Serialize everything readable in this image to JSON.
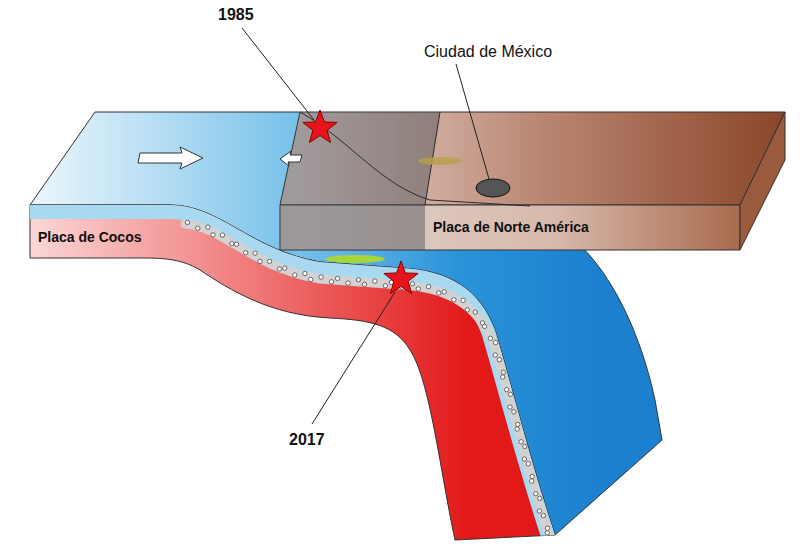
{
  "diagram": {
    "labels": [
      "1985",
      "Ciudad de México",
      "Placa de Cocos",
      "Placa de Norte América",
      "2017"
    ]
  }
}
